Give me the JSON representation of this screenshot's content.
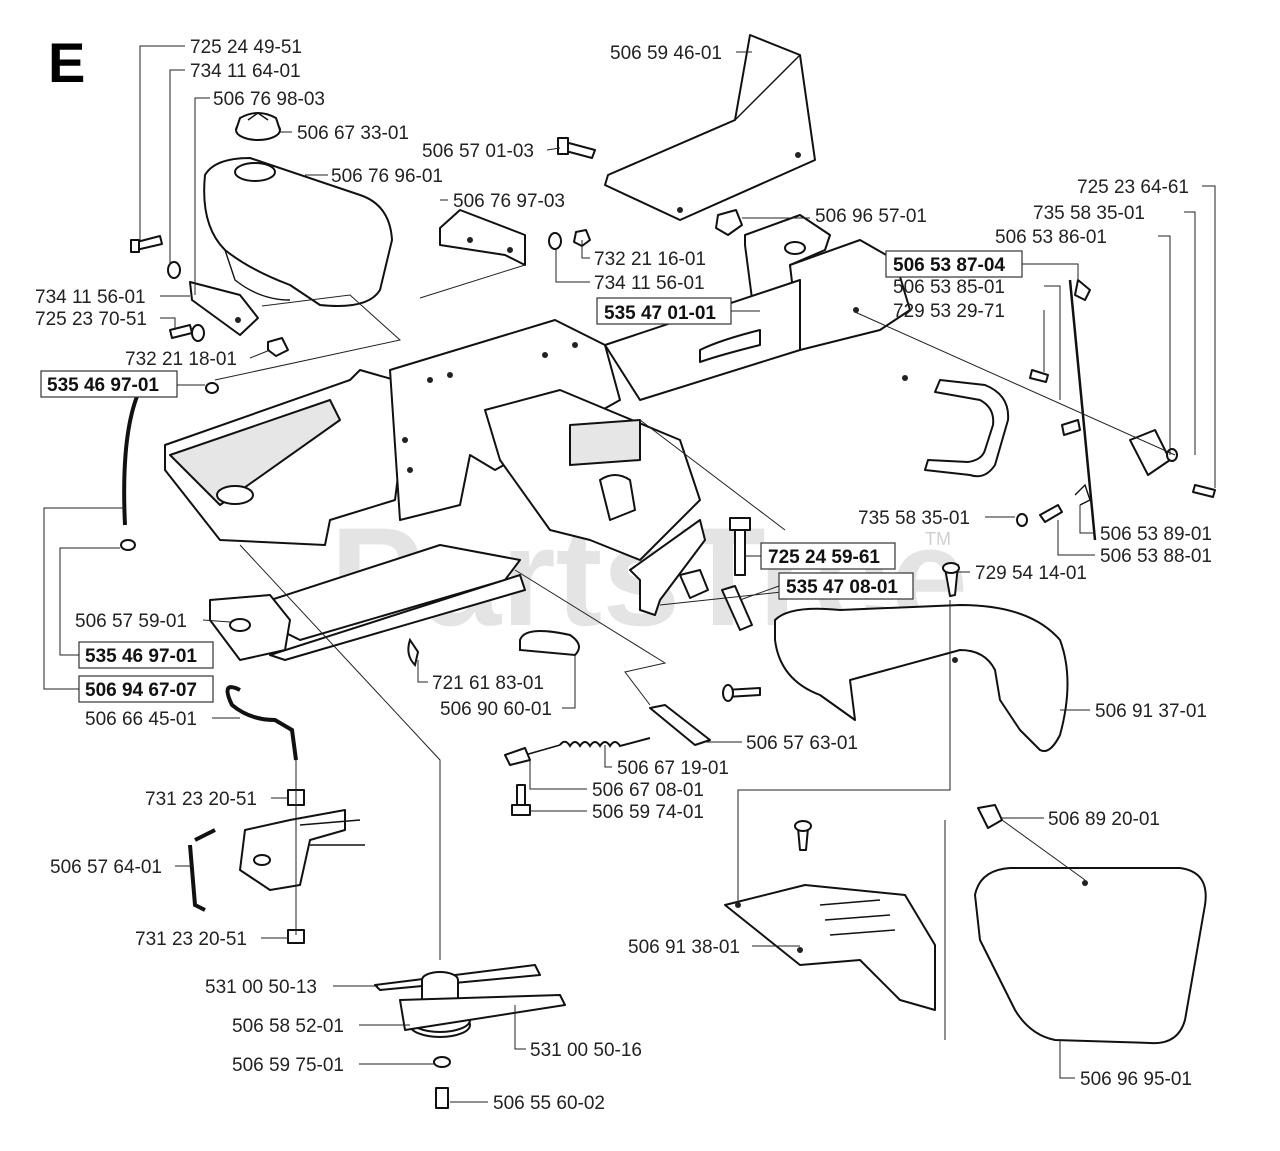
{
  "section_letter": "E",
  "watermark": "PartsTree",
  "watermark_tm": "TM",
  "labels": {
    "l01": "725 24 49-51",
    "l02": "734 11 64-01",
    "l03": "506 76 98-03",
    "l04": "506 67 33-01",
    "l05": "506 76 96-01",
    "l06": "506 76 97-03",
    "l07": "732 21 16-01",
    "l08": "734 11 56-01",
    "l09": "734 11 56-01",
    "l10": "725 23 70-51",
    "l11": "732 21 18-01",
    "l12": "535 46 97-01",
    "l13": "506 59 46-01",
    "l14": "506 57 01-03",
    "l15": "506 96 57-01",
    "l16": "535 47 01-01",
    "l17": "725 23 64-61",
    "l18": "735 58 35-01",
    "l19": "506 53 86-01",
    "l20": "506 53 87-04",
    "l21": "506 53 85-01",
    "l22": "729 53 29-71",
    "l23": "735 58 35-01",
    "l24": "506 53 89-01",
    "l25": "506 53 88-01",
    "l26": "725 24 59-61",
    "l27": "535 47 08-01",
    "l28": "729 54 14-01",
    "l29": "506 57 59-01",
    "l30": "535 46 97-01",
    "l31": "506 94 67-07",
    "l32": "721 61 83-01",
    "l33": "506 90 60-01",
    "l34": "506 66 45-01",
    "l35": "506 91 37-01",
    "l36": "506 57 63-01",
    "l37": "506 67 19-01",
    "l38": "506 67 08-01",
    "l39": "506 59 74-01",
    "l40": "731 23 20-51",
    "l41": "506 57 64-01",
    "l42": "731 23 20-51",
    "l43": "506 89 20-01",
    "l44": "506 91 38-01",
    "l45": "531 00 50-13",
    "l46": "506 58 52-01",
    "l47": "531 00 50-16",
    "l48": "506 59 75-01",
    "l49": "506 55 60-02",
    "l50": "506 96 95-01"
  }
}
